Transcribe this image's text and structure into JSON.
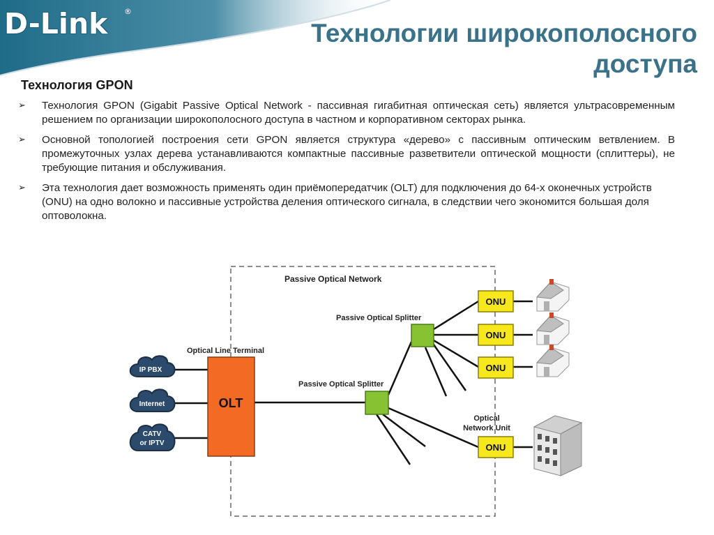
{
  "header": {
    "logo": "D-Link",
    "logo_mark": "®",
    "title": "Технологии широкополосного доступа"
  },
  "section": {
    "title": "Технология GPON",
    "bullets": [
      "Технология GPON (Gigabit Passive Optical Network - пассивная гигабитная оптическая сеть) является ультрасовременным решением по организации широкополосного доступа в частном и корпоративном секторах рынка.",
      "Основной топологией построения сети GPON является структура «дерево» с пассивным оптическим ветвлением. В промежуточных узлах дерева устанавливаются компактные пассивные разветвители оптической мощности (сплиттеры), не требующие питания и обслуживания.",
      "Эта технология дает возможность применять один приёмопередатчик (OLT) для подключения до 64-х оконечных устройств (ONU) на одно волокно и пассивные устройства деления оптического сигнала, в следствии чего экономится большая доля оптоволокна."
    ]
  },
  "diagram": {
    "network_label": "Passive Optical Network",
    "olt_label": "Optical Line Terminal",
    "olt_text": "OLT",
    "splitter_label_1": "Passive Optical Splitter",
    "splitter_label_2": "Passive Optical Splitter",
    "onu_unit_label_1": "Optical",
    "onu_unit_label_2": "Network Unit",
    "onu_text": "ONU",
    "clouds": [
      {
        "line1": "IP PBX",
        "line2": ""
      },
      {
        "line1": "Internet",
        "line2": ""
      },
      {
        "line1": "CATV",
        "line2": "or IPTV"
      }
    ],
    "colors": {
      "olt": "#f26a24",
      "splitter": "#86c232",
      "onu": "#f7e81d",
      "cloud": "#2c4a6b",
      "title": "#3a7289"
    }
  }
}
